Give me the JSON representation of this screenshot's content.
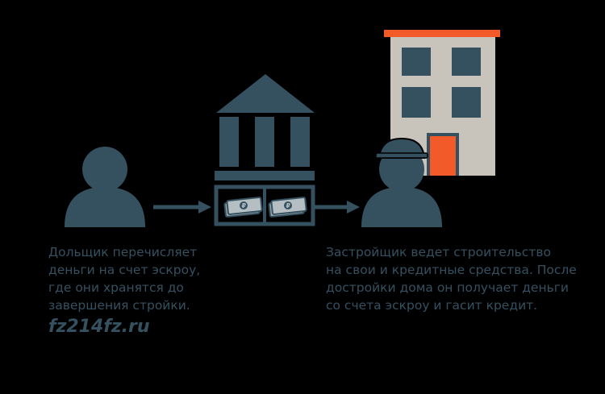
{
  "colors": {
    "background": "#000000",
    "primary": "#35505f",
    "building_wall": "#c8c4bb",
    "building_roof": "#f25a29",
    "building_door": "#f25a29",
    "window": "#35505f",
    "banknote": "#9aa7ad"
  },
  "icons": {
    "investor": "person-icon",
    "bank": "bank-icon",
    "builder": "builder-person-icon",
    "house": "apartment-building-icon",
    "money": "banknote-icon"
  },
  "captions": {
    "left": "Дольщик перечисляет\nденьги на счет эскроу,\nгде они хранятся до\nзавершения стройки.",
    "right": "Застройщик ведет строительство\nна свои и кредитные средства. После\nдостройки дома он получает деньги\nсо счета эскроу и гасит кредит."
  },
  "site": {
    "url": "fz214fz.ru"
  },
  "banknote_symbol": "₽"
}
